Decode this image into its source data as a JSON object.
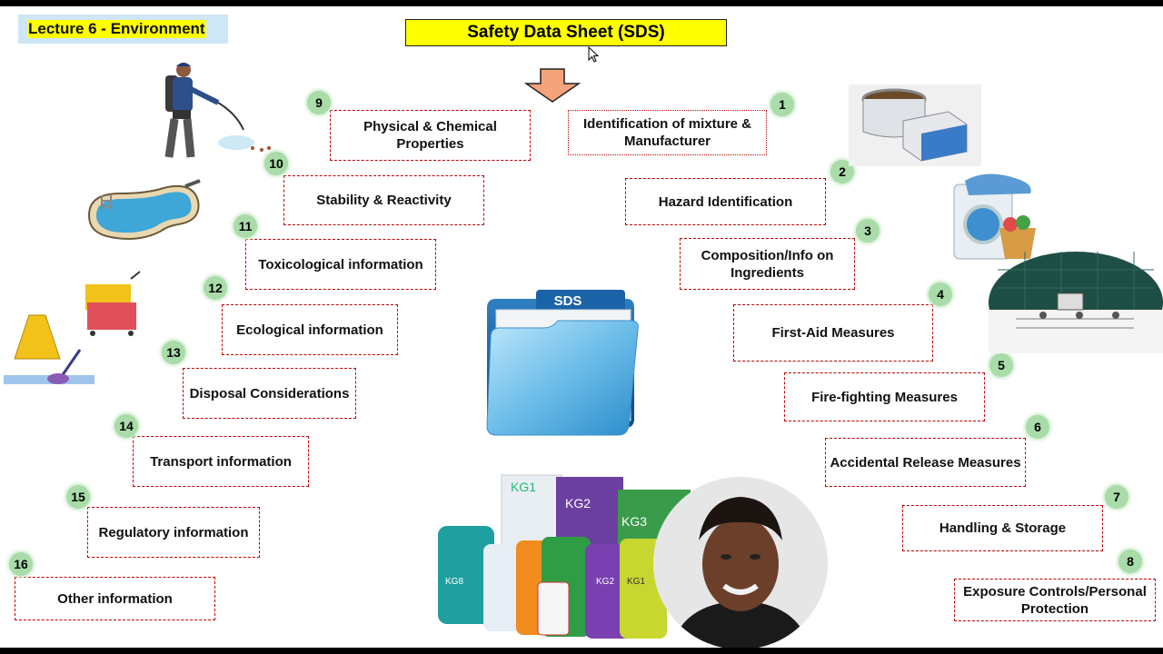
{
  "lecture_label": "Lecture 6 - Environment",
  "title": "Safety Data Sheet (SDS)",
  "folder_label": "SDS",
  "sections": [
    {
      "num": "1",
      "label": "Identification of mixture & Manufacturer"
    },
    {
      "num": "2",
      "label": "Hazard Identification"
    },
    {
      "num": "3",
      "label": "Composition/Info on Ingredients"
    },
    {
      "num": "4",
      "label": "First-Aid Measures"
    },
    {
      "num": "5",
      "label": "Fire-fighting Measures"
    },
    {
      "num": "6",
      "label": "Accidental Release Measures"
    },
    {
      "num": "7",
      "label": "Handling & Storage"
    },
    {
      "num": "8",
      "label": "Exposure Controls/Personal Protection"
    },
    {
      "num": "9",
      "label": "Physical & Chemical Properties"
    },
    {
      "num": "10",
      "label": "Stability & Reactivity"
    },
    {
      "num": "11",
      "label": "Toxicological information"
    },
    {
      "num": "12",
      "label": "Ecological information"
    },
    {
      "num": "13",
      "label": "Disposal Considerations"
    },
    {
      "num": "14",
      "label": "Transport information"
    },
    {
      "num": "15",
      "label": "Regulatory information"
    },
    {
      "num": "16",
      "label": "Other information"
    }
  ],
  "product_labels": [
    "KG1",
    "KG2",
    "KG3",
    "KG8",
    "KG2",
    "KG1"
  ],
  "colors": {
    "title_bg": "#ffff00",
    "box_border": "#c00000",
    "badge": "#a9dca9",
    "arrow": "#f4a37a"
  }
}
